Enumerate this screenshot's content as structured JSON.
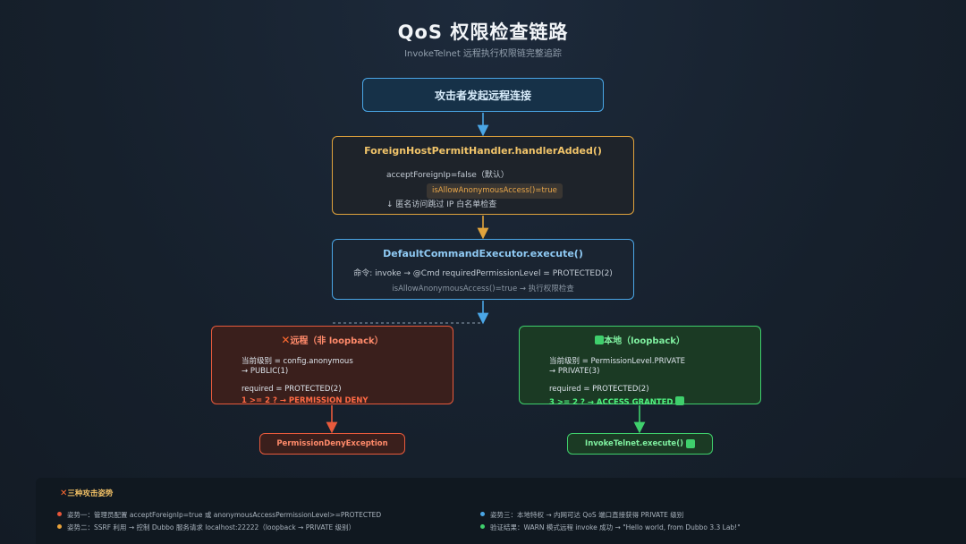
{
  "header": {
    "title": "QoS 权限检查链路",
    "subtitle": "InvokeTelnet 远程执行权限链完整追踪"
  },
  "nodes": {
    "start": {
      "label": "攻击者发起远程连接"
    },
    "foreign": {
      "title": "ForeignHostPermitHandler.handlerAdded()",
      "line1": "acceptForeignIp=false（默认）",
      "chip": "isAllowAnonymousAccess()=true",
      "line2": "↓ 匿名访问跳过 IP 白名单检查"
    },
    "exec": {
      "title": "DefaultCommandExecutor.execute()",
      "line1": "命令: invoke → @Cmd requiredPermissionLevel = PROTECTED(2)",
      "line2": "isAllowAnonymousAccess()=true → 执行权限检查"
    },
    "remote": {
      "icon": "✕",
      "title": "远程（非 loopback）",
      "line1": "当前级别 = config.anonymous",
      "line2": "→ PUBLIC(1)",
      "line3": "required = PROTECTED(2)",
      "result": "1 >= 2 ? → PERMISSION DENY"
    },
    "local": {
      "title": "本地（loopback）",
      "line1": "当前级别 = PermissionLevel.PRIVATE",
      "line2": "→ PRIVATE(3)",
      "line3": "required = PROTECTED(2)",
      "result": "3 >= 2 ? → ACCESS GRANTED"
    },
    "deny": {
      "label": "PermissionDenyException"
    },
    "invoke": {
      "label": "InvokeTelnet.execute()"
    }
  },
  "attacks": {
    "title": "三种攻击姿势",
    "icon": "✕",
    "items": [
      {
        "text": "姿势一：管理员配置 acceptForeignIp=true 或 anonymousAccessPermissionLevel>=PROTECTED",
        "color": "#e8563a"
      },
      {
        "text": "姿势二：SSRF 利用 → 控制 Dubbo 服务请求 localhost:22222（loopback → PRIVATE 级别）",
        "color": "#e8a23a"
      },
      {
        "text": "姿势三：本地特权 → 内网可达 QoS 端口直接获得 PRIVATE 级别",
        "color": "#4aa6e6"
      },
      {
        "text": "验证结果：WARN 模式远程 invoke 成功 → \"Hello world, from Dubbo 3.3 Lab!\"",
        "color": "#3fcf6c"
      }
    ]
  },
  "colors": {
    "blue": "#4aa6e6",
    "orange": "#e0a33c",
    "red": "#e85a3c",
    "green": "#3fcf6c",
    "background": "#16202c"
  }
}
